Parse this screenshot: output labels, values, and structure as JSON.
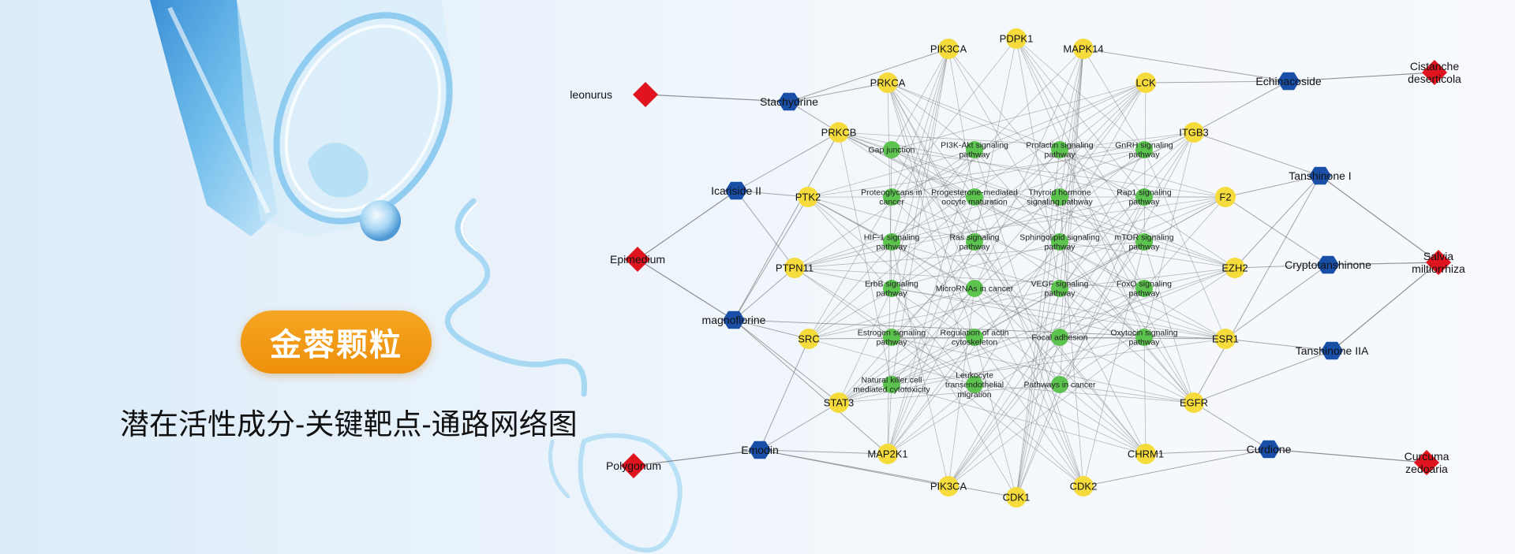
{
  "badge": {
    "label": "金蓉颗粒",
    "color": "#f29a12"
  },
  "subtitle": "潜在活性成分-关键靶点-通路网络图",
  "colors": {
    "herb": "#e0141e",
    "compound": "#1a4fa8",
    "target": "#f5dc3c",
    "pathway": "#5cc34f",
    "edge": "#6e6e6e"
  },
  "herbs": [
    "leonurus",
    "Epimedium",
    "Polygonum",
    "Cistanche\ndeserticola",
    "Salvia\nmiltiorrhiza",
    "Curcuma\nzedoaria"
  ],
  "compounds": [
    "Stachydrine",
    "Icariside II",
    "magnoflorine",
    "Emodin",
    "Echinacoside",
    "Tanshinone I",
    "Cryptotanshinone",
    "Tanshinone IIA",
    "Curdione"
  ],
  "targets": [
    "PIK3CA",
    "PDPK1",
    "MAPK14",
    "PRKCA",
    "LCK",
    "PRKCB",
    "ITGB3",
    "PTK2",
    "F2",
    "PTPN11",
    "EZH2",
    "SRC",
    "ESR1",
    "STAT3",
    "EGFR",
    "MAP2K1",
    "CHRM1",
    "PIK3CA",
    "CDK1",
    "CDK2"
  ],
  "pathways": [
    "Gap junction",
    "PI3K-Akt signaling\npathway",
    "Prolactin signaling\npathway",
    "GnRH signaling\npathway",
    "Proteoglycans in\ncancer",
    "Progesterone-mediated\noocyte maturation",
    "Thyroid hormone\nsignaling pathway",
    "Rap1 signaling\npathway",
    "HIF-1 signaling\npathway",
    "Ras signaling\npathway",
    "Sphingolipid signaling\npathway",
    "mTOR signaling\npathway",
    "ErbB signaling\npathway",
    "MicroRNAs in cancer",
    "VEGF signaling\npathway",
    "FoxO signaling\npathway",
    "Estrogen signaling\npathway",
    "Regulation of actin\ncytoskeleton",
    "Focal adhesion",
    "Oxytocin signaling\npathway",
    "Natural killer cell\nmediated cytotoxicity",
    "Leukocyte\ntransendothelial\nmigration",
    "Pathways in cancer"
  ]
}
